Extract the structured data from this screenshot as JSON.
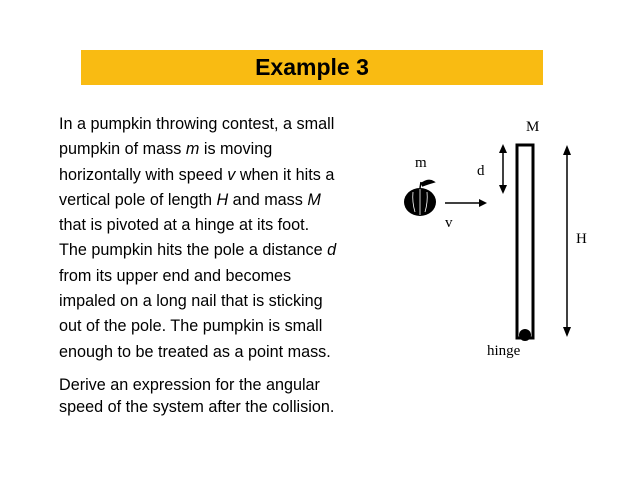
{
  "slide": {
    "title": "Example 3",
    "paragraph1_lines": [
      {
        "parts": [
          {
            "t": "In a pumpkin throwing contest, a small"
          }
        ]
      },
      {
        "parts": [
          {
            "t": "pumpkin of mass "
          },
          {
            "t": "m",
            "i": true
          },
          {
            "t": " is moving"
          }
        ]
      },
      {
        "parts": [
          {
            "t": "horizontally with speed "
          },
          {
            "t": "v",
            "i": true
          },
          {
            "t": " when it hits a"
          }
        ]
      },
      {
        "parts": [
          {
            "t": "vertical pole of length "
          },
          {
            "t": "H",
            "i": true
          },
          {
            "t": " and mass "
          },
          {
            "t": "M",
            "i": true
          }
        ]
      },
      {
        "parts": [
          {
            "t": "that is pivoted at a hinge at its foot."
          }
        ]
      },
      {
        "parts": [
          {
            "t": "The pumpkin hits the pole a distance "
          },
          {
            "t": "d",
            "i": true
          }
        ]
      },
      {
        "parts": [
          {
            "t": "from its upper end and becomes"
          }
        ]
      },
      {
        "parts": [
          {
            "t": "impaled on a long nail that is sticking"
          }
        ]
      },
      {
        "parts": [
          {
            "t": "out of the pole. The pumpkin is small"
          }
        ]
      },
      {
        "parts": [
          {
            "t": "enough to be treated as a point mass."
          }
        ]
      }
    ],
    "paragraph2_lines": [
      "Derive an expression for the angular",
      "speed of the system after the collision."
    ]
  },
  "figure": {
    "label_M": "M",
    "label_m": "m",
    "label_d": "d",
    "label_v": "v",
    "label_H": "H",
    "label_hinge": "hinge"
  }
}
